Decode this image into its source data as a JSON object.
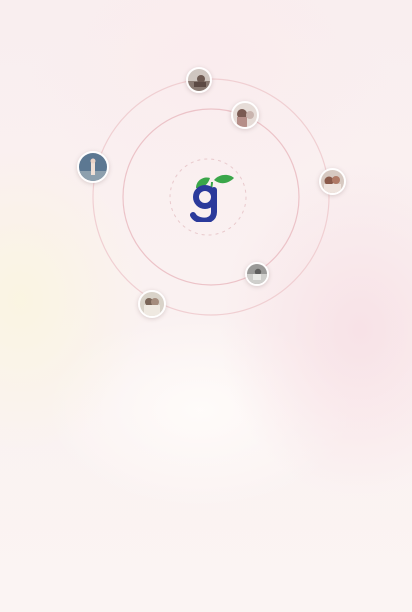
{
  "screen": {
    "name": "splash-loading",
    "logo_icon": "brand-g-leaf-logo",
    "colors": {
      "background": "#fbf3f2",
      "orbit_ring": "#efc7cc",
      "logo_blue": "#2b3a9b",
      "logo_green": "#3aa64a"
    }
  },
  "avatars": [
    {
      "id": "top",
      "icon": "user-photo-avatar"
    },
    {
      "id": "upper-right",
      "icon": "user-photo-avatar"
    },
    {
      "id": "left",
      "icon": "user-photo-avatar"
    },
    {
      "id": "right",
      "icon": "user-photo-avatar"
    },
    {
      "id": "lower-right",
      "icon": "user-photo-avatar"
    },
    {
      "id": "lower-left",
      "icon": "user-photo-avatar"
    }
  ]
}
